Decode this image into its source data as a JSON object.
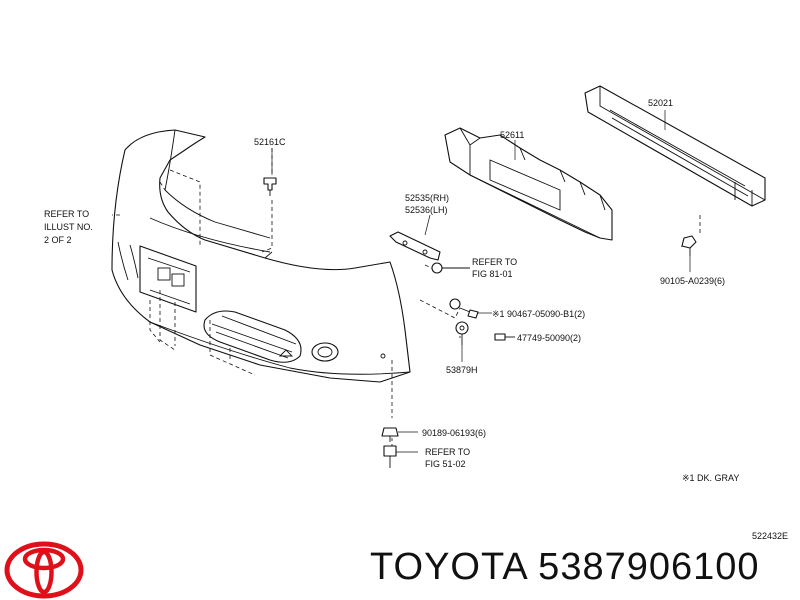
{
  "labels": {
    "refer_illust": [
      "REFER TO",
      "ILLUST NO.",
      "2 OF 2"
    ],
    "p52161c": "52161C",
    "p52535": "52535(RH)",
    "p52536": "52536(LH)",
    "p52611": "52611",
    "p52021": "52021",
    "refer_fig81": [
      "REFER TO",
      "FIG 81-01"
    ],
    "p90105": "90105-A0239(6)",
    "p90467": "※1 90467-05090-B1(2)",
    "p47749": "47749-50090(2)",
    "p53879h": "53879H",
    "p90189": "90189-06193(6)",
    "refer_fig51": [
      "REFER TO",
      "FIG 51-02"
    ],
    "note": "※1 DK. GRAY",
    "diagram_code": "522432E"
  },
  "footer": {
    "brand_text": "TOYOTA 5387906100",
    "logo": "toyota-logo",
    "logo_color": "#e0101a"
  }
}
